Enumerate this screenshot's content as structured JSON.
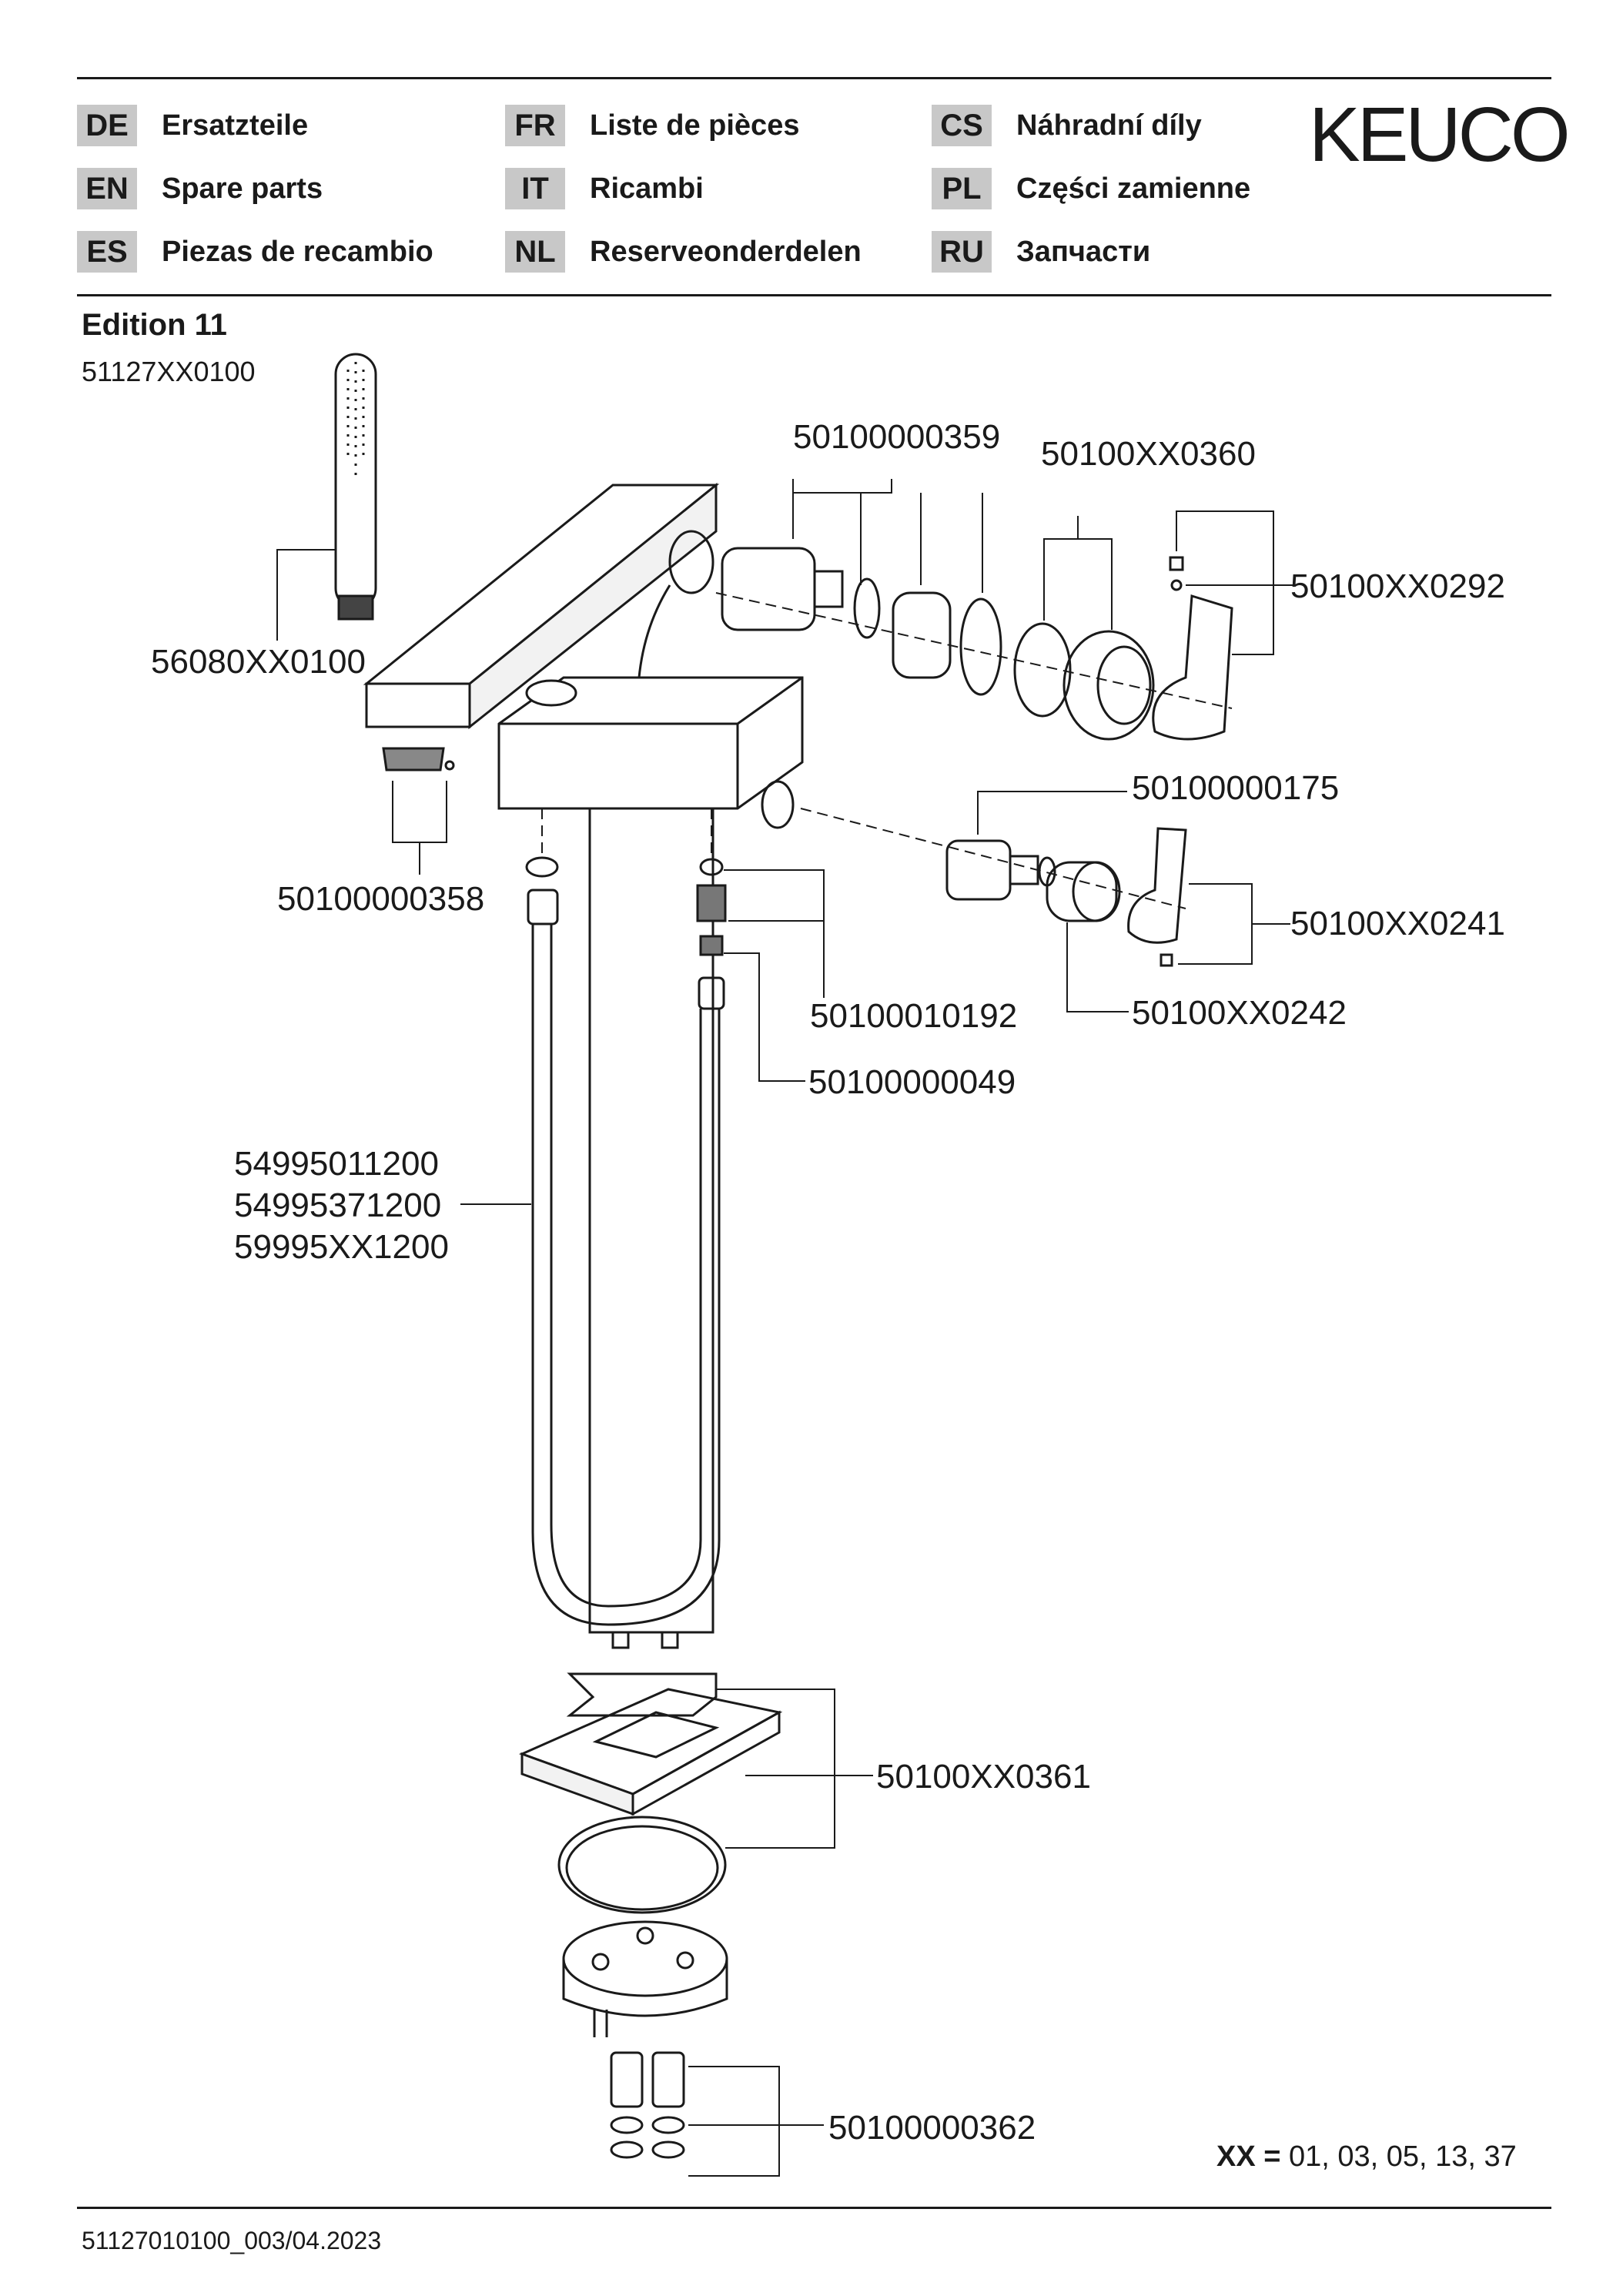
{
  "header": {
    "languages": [
      {
        "code": "DE",
        "label": "Ersatzteile"
      },
      {
        "code": "EN",
        "label": "Spare parts"
      },
      {
        "code": "ES",
        "label": "Piezas de recambio"
      },
      {
        "code": "FR",
        "label": "Liste de pièces"
      },
      {
        "code": "IT",
        "label": "Ricambi"
      },
      {
        "code": "NL",
        "label": "Reserveonderdelen"
      },
      {
        "code": "CS",
        "label": "Náhradní díly"
      },
      {
        "code": "PL",
        "label": "Części zamienne"
      },
      {
        "code": "RU",
        "label": "Запчасти"
      }
    ],
    "logo": "KEUCO"
  },
  "product": {
    "title": "Edition 11",
    "article_number": "51127XX0100"
  },
  "parts": {
    "p1": "50100000359",
    "p2": "50100XX0360",
    "p3": "50100XX0292",
    "p4": "56080XX0100",
    "p5": "50100000175",
    "p6": "50100000358",
    "p7": "50100XX0241",
    "p8": "50100010192",
    "p9": "50100XX0242",
    "p10": "50100000049",
    "p11": "54995011200",
    "p12": "54995371200",
    "p13": "59995XX1200",
    "p14": "50100XX0361",
    "p15": "50100000362"
  },
  "variants": {
    "key": "XX =",
    "values": "01, 03, 05, 13, 37"
  },
  "footer": {
    "document_id": "51127010100_003/04.2023"
  }
}
